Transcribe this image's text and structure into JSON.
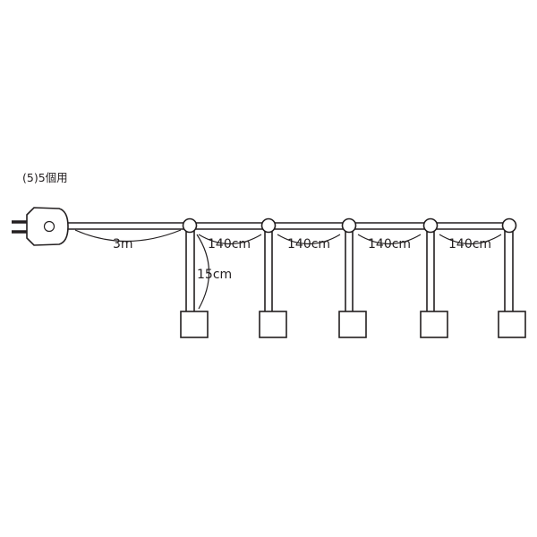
{
  "title": "(5)5個用",
  "labels": {
    "cord_length": "3m",
    "drop_length": "15cm",
    "spacing_1": "140cm",
    "spacing_2": "140cm",
    "spacing_3": "140cm",
    "spacing_4": "140cm"
  },
  "colors": {
    "line": "#231f20",
    "background": "#ffffff"
  }
}
